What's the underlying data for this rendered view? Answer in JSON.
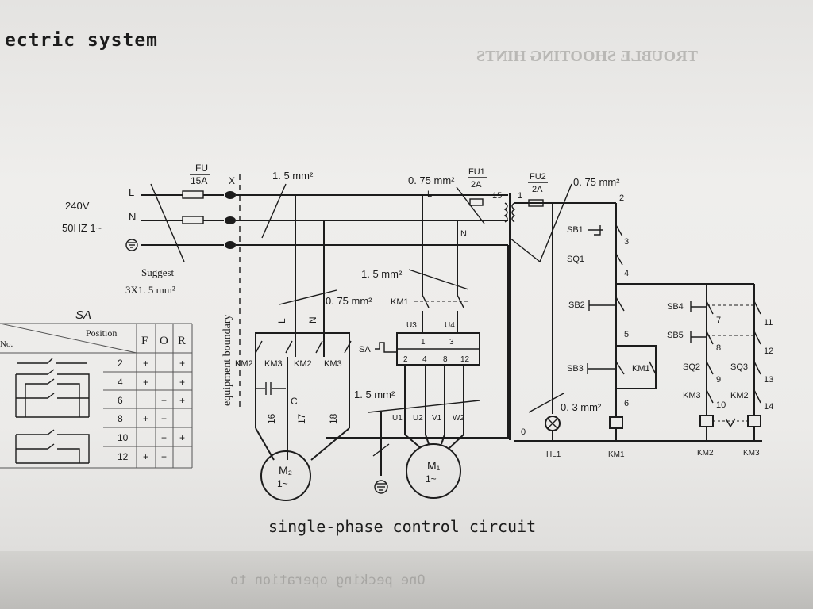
{
  "header": {
    "title": "ectric system"
  },
  "bleed": {
    "top": "TROUBLE SHOOTING HINTS",
    "bottom": "One pecking operation to"
  },
  "caption": "single-phase control circuit",
  "supply": {
    "voltage": "240V",
    "frequency": "50HZ 1~",
    "suggest": "Suggest",
    "cable": "3X1. 5 mm²"
  },
  "lines": {
    "L": "L",
    "N": "N",
    "X": "X"
  },
  "fuse": {
    "fu": "FU",
    "fu_rating": "15A",
    "fu1": "FU1",
    "fu1_rating": "2A",
    "fu2": "FU2",
    "fu2_rating": "2A"
  },
  "wire": {
    "w15": "1. 5 mm²",
    "w075": "0. 75 mm²",
    "w03": "0. 3 mm²"
  },
  "boundary": "equipment boundary",
  "motor_circuit": {
    "KM2": "KM2",
    "KM3": "KM3",
    "KM1": "KM1",
    "C": "C",
    "SA": "SA",
    "U3": "U3",
    "U4": "U4",
    "t16": "16",
    "t17": "17",
    "t18": "18",
    "sa_top_1": "1",
    "sa_top_3": "3",
    "sa_bot_2": "2",
    "sa_bot_4": "4",
    "sa_bot_8": "8",
    "sa_bot_12": "12",
    "U1": "U1",
    "U2": "U2",
    "V1": "V1",
    "W2": "W2",
    "M2": "M₂",
    "M2_sub": "1~",
    "M1": "M₁",
    "M1_sub": "1~"
  },
  "control": {
    "n1": "1",
    "n15": "15",
    "n2": "2",
    "n3": "3",
    "n4": "4",
    "n5": "5",
    "n6": "6",
    "n0": "0",
    "n7": "7",
    "n8": "8",
    "n9": "9",
    "n10": "10",
    "n11": "11",
    "n12": "12",
    "n13": "13",
    "n14": "14",
    "SB1": "SB1",
    "SQ1": "SQ1",
    "SB2": "SB2",
    "SB3": "SB3",
    "KM1": "KM1",
    "SB4": "SB4",
    "SB5": "SB5",
    "SQ2": "SQ2",
    "SQ3": "SQ3",
    "KM3": "KM3",
    "KM2": "KM2",
    "HL1": "HL1",
    "coil_KM1": "KM1",
    "coil_KM2": "KM2",
    "coil_KM3": "KM3"
  },
  "sa_table": {
    "title": "SA",
    "no_label": "No.",
    "position_label": "Position",
    "columns": [
      "F",
      "O",
      "R"
    ],
    "rows": [
      {
        "no": "2",
        "marks": [
          "+",
          "",
          "+"
        ]
      },
      {
        "no": "4",
        "marks": [
          "+",
          "",
          "+"
        ]
      },
      {
        "no": "6",
        "marks": [
          "",
          "+",
          "+"
        ]
      },
      {
        "no": "8",
        "marks": [
          "+",
          "+",
          ""
        ]
      },
      {
        "no": "10",
        "marks": [
          "",
          "+",
          "+"
        ]
      },
      {
        "no": "12",
        "marks": [
          "+",
          "+",
          ""
        ]
      }
    ]
  }
}
